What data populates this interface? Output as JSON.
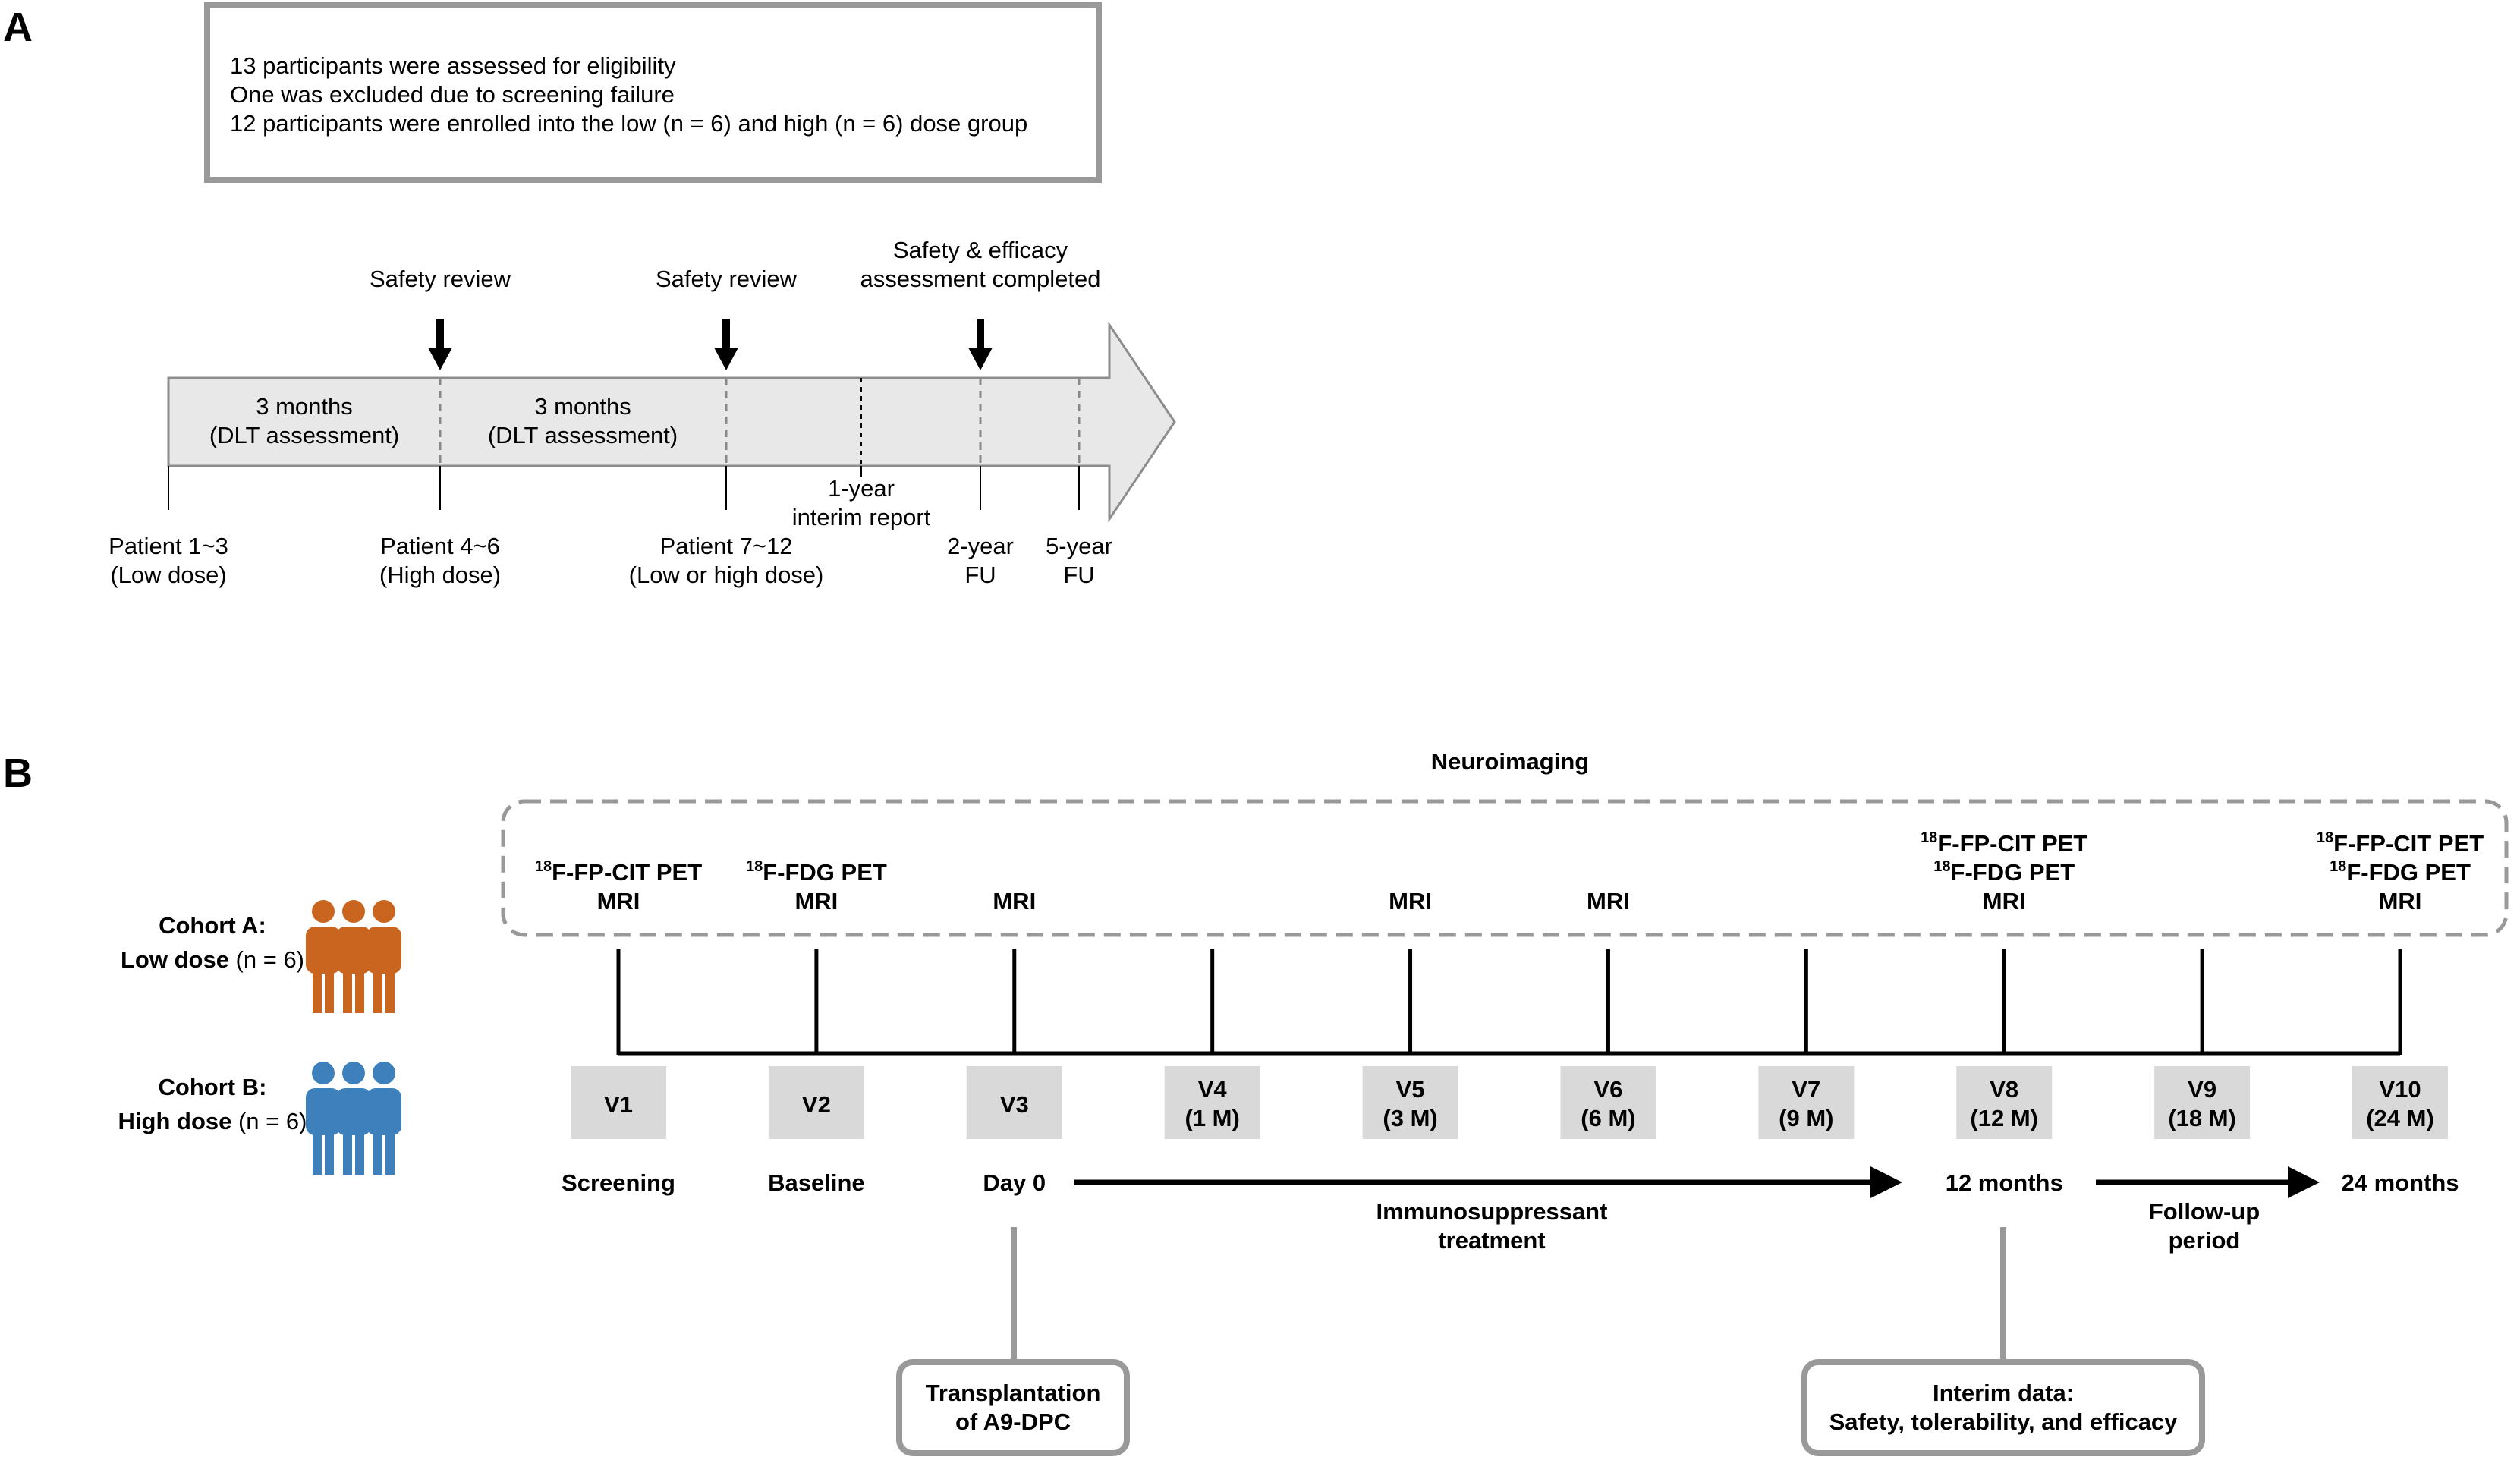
{
  "panel_a": {
    "label": "A",
    "summary": [
      "13 participants were assessed for eligibility",
      "One was excluded due to screening failure",
      "12 participants were enrolled into the low (n = 6) and high (n = 6) dose group"
    ],
    "reviews": [
      {
        "lines": [
          "Safety review"
        ]
      },
      {
        "lines": [
          "Safety review"
        ]
      },
      {
        "lines": [
          "Safety & efficacy",
          "assessment completed"
        ]
      }
    ],
    "periods": [
      {
        "lines": [
          "3 months",
          "(DLT assessment)"
        ]
      },
      {
        "lines": [
          "3 months",
          "(DLT assessment)"
        ]
      }
    ],
    "interim": [
      "1-year",
      "interim report"
    ],
    "patients": [
      {
        "name": "Patient 1~3",
        "dose": "(Low dose)",
        "color": "#e08a26"
      },
      {
        "name": "Patient 4~6",
        "dose": "(High dose)",
        "color": "#2878b5"
      },
      {
        "name": "Patient 7~12",
        "dose": "(Low or high dose)",
        "color": "#c62a1f"
      }
    ],
    "followups": [
      {
        "lines": [
          "2-year",
          "FU"
        ]
      },
      {
        "lines": [
          "5-year",
          "FU"
        ]
      }
    ]
  },
  "panel_b": {
    "label": "B",
    "neuroimaging_title": "Neuroimaging",
    "imaging": [
      {
        "visit": "V1",
        "lines": [
          "18|F-FP-CIT PET",
          "MRI"
        ]
      },
      {
        "visit": "V2",
        "lines": [
          "18|F-FDG PET",
          "MRI"
        ]
      },
      {
        "visit": "V3",
        "lines": [
          "MRI"
        ]
      },
      {
        "visit": "V5",
        "lines": [
          "MRI"
        ]
      },
      {
        "visit": "V6",
        "lines": [
          "MRI"
        ]
      },
      {
        "visit": "V8",
        "lines": [
          "18|F-FP-CIT PET",
          "18|F-FDG PET",
          "MRI"
        ]
      },
      {
        "visit": "V10",
        "lines": [
          "18|F-FP-CIT PET",
          "18|F-FDG PET",
          "MRI"
        ]
      }
    ],
    "cohorts": [
      {
        "title": "Cohort A:",
        "dose": "Low dose",
        "n": " (n = 6)",
        "color": "#c9651f"
      },
      {
        "title": "Cohort B:",
        "dose": "High dose",
        "n": " (n = 6)",
        "color": "#3d80bb"
      }
    ],
    "visits": [
      {
        "id": "V1",
        "sub": ""
      },
      {
        "id": "V2",
        "sub": ""
      },
      {
        "id": "V3",
        "sub": ""
      },
      {
        "id": "V4",
        "sub": "(1 M)"
      },
      {
        "id": "V5",
        "sub": "(3 M)"
      },
      {
        "id": "V6",
        "sub": "(6 M)"
      },
      {
        "id": "V7",
        "sub": "(9 M)"
      },
      {
        "id": "V8",
        "sub": "(12 M)"
      },
      {
        "id": "V9",
        "sub": "(18 M)"
      },
      {
        "id": "V10",
        "sub": "(24 M)"
      }
    ],
    "phases": [
      {
        "label": "Screening"
      },
      {
        "label": "Baseline"
      },
      {
        "label": "Day 0"
      },
      {
        "label": "12 months"
      },
      {
        "label": "24 months"
      }
    ],
    "periods": [
      {
        "lines": [
          "Immunosuppressant",
          "treatment"
        ]
      },
      {
        "lines": [
          "Follow-up",
          "period"
        ]
      }
    ],
    "callouts": [
      {
        "lines": [
          "Transplantation",
          "of A9-DPC"
        ],
        "color": "#b8111a"
      },
      {
        "lines": [
          "Interim data:",
          "Safety, tolerability, and efficacy"
        ],
        "color": "#b8111a"
      }
    ]
  }
}
